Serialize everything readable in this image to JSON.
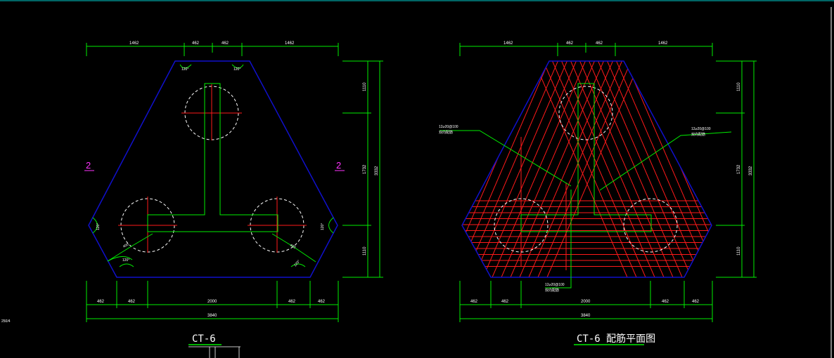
{
  "colors": {
    "background": "#000000",
    "outline": "#1010cc",
    "dimension": "#00ee00",
    "rebar": "#ff1a1a",
    "pile": "#ffffff",
    "text": "#ffffff",
    "section_mark": "#ff33ff",
    "frame_top": "#00cccc"
  },
  "left_drawing": {
    "title": "CT-6",
    "top_dims": [
      "1462",
      "462",
      "462",
      "1462"
    ],
    "bottom_dims": [
      "462",
      "462",
      "2000",
      "462",
      "462"
    ],
    "bottom_total": "3840",
    "right_dims": [
      "1110",
      "1732",
      "1110"
    ],
    "right_total": "3332",
    "section_left": "2",
    "section_right": "2",
    "angle_labels": [
      "120°",
      "120°",
      "120°",
      "120°",
      "120°",
      "120°"
    ],
    "radius_labels": [
      "400",
      "400"
    ]
  },
  "right_drawing": {
    "title": "CT-6 配筋平面图",
    "top_dims": [
      "1462",
      "462",
      "462",
      "1462"
    ],
    "bottom_dims": [
      "462",
      "462",
      "2000",
      "462",
      "462"
    ],
    "bottom_total": "3840",
    "right_dims": [
      "1110",
      "1732",
      "1110"
    ],
    "right_total": "3332",
    "rebar_note_left": [
      "12⌀20@100",
      "双向配筋"
    ],
    "rebar_note_right": [
      "12⌀20@100",
      "双向配筋"
    ],
    "rebar_note_bottom": [
      "12⌀20@100",
      "双向配筋"
    ]
  },
  "side_note": "250/4"
}
